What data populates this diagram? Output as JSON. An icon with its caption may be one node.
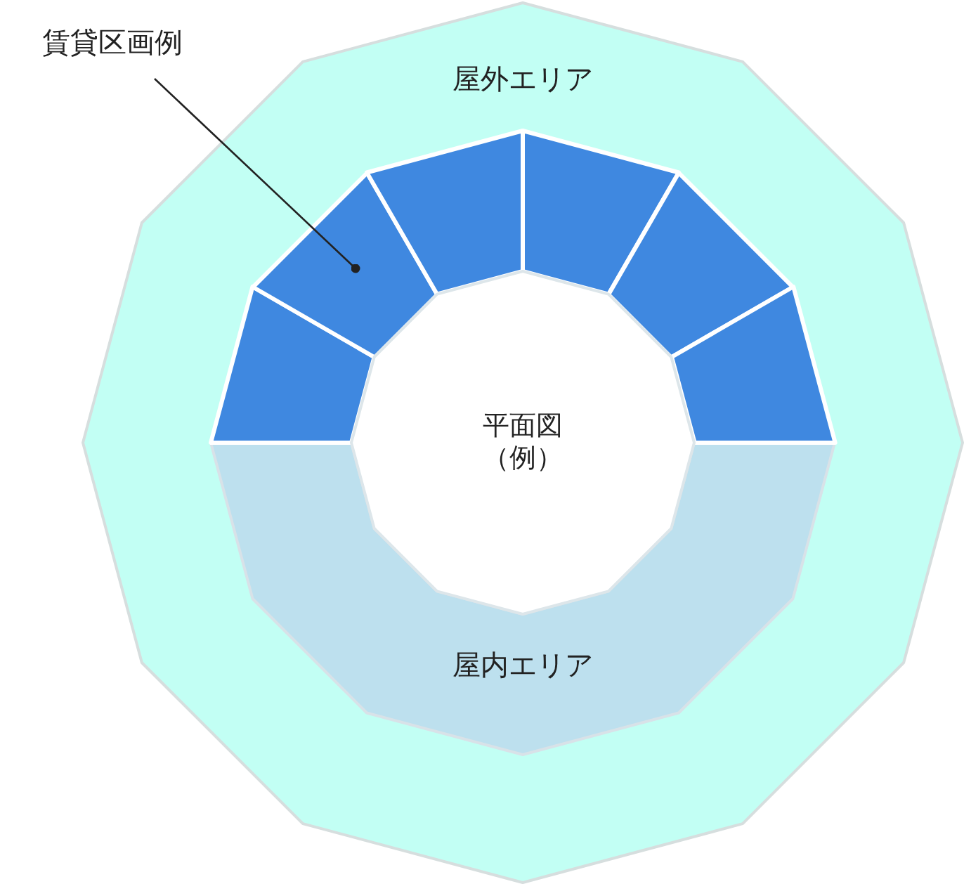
{
  "diagram": {
    "nodes": [
      {
        "text": [
          "屋外エリア"
        ]
      },
      {
        "text": [
          "屋内エリア"
        ],
        "in": 0
      },
      {
        "text": [],
        "shape": "box",
        "in": 0
      },
      {
        "text": [],
        "shape": "box",
        "in": 0
      },
      {
        "text": [],
        "shape": "box",
        "in": 0
      },
      {
        "text": [],
        "shape": "box",
        "in": 0
      },
      {
        "text": [],
        "shape": "box",
        "in": 0
      },
      {
        "text": [],
        "shape": "box",
        "in": 0
      },
      {
        "text": [
          "平面図（例）"
        ],
        "in": 0
      },
      {
        "text": [
          "賃貸区画例"
        ]
      }
    ],
    "edges": [
      {
        "from": 9,
        "to": 3,
        "arrow": "other"
      }
    ]
  }
}
